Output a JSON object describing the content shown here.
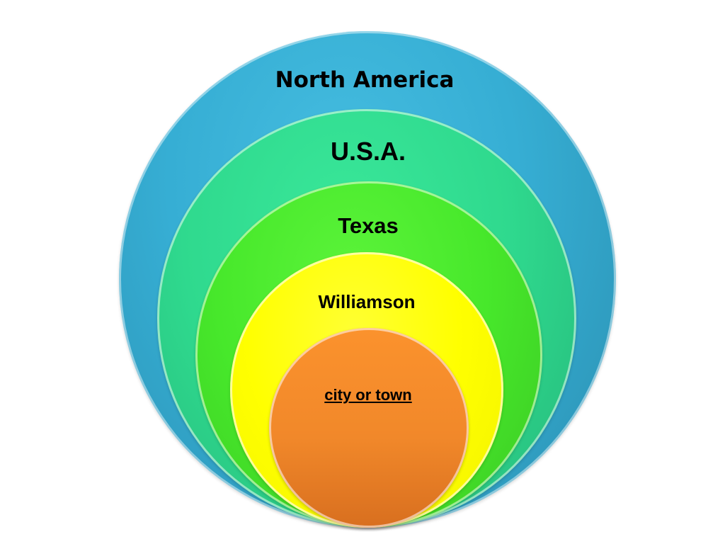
{
  "diagram": {
    "type": "nested-circles",
    "levels": [
      {
        "label": "North America",
        "color": "#36aed4"
      },
      {
        "label": "U.S.A.",
        "color": "#2fd98e"
      },
      {
        "label": "Texas",
        "color": "#47e82b"
      },
      {
        "label": "Williamson",
        "color": "#ffff00"
      },
      {
        "label": "city or town",
        "color": "#f1882a",
        "underlined": true
      }
    ]
  }
}
